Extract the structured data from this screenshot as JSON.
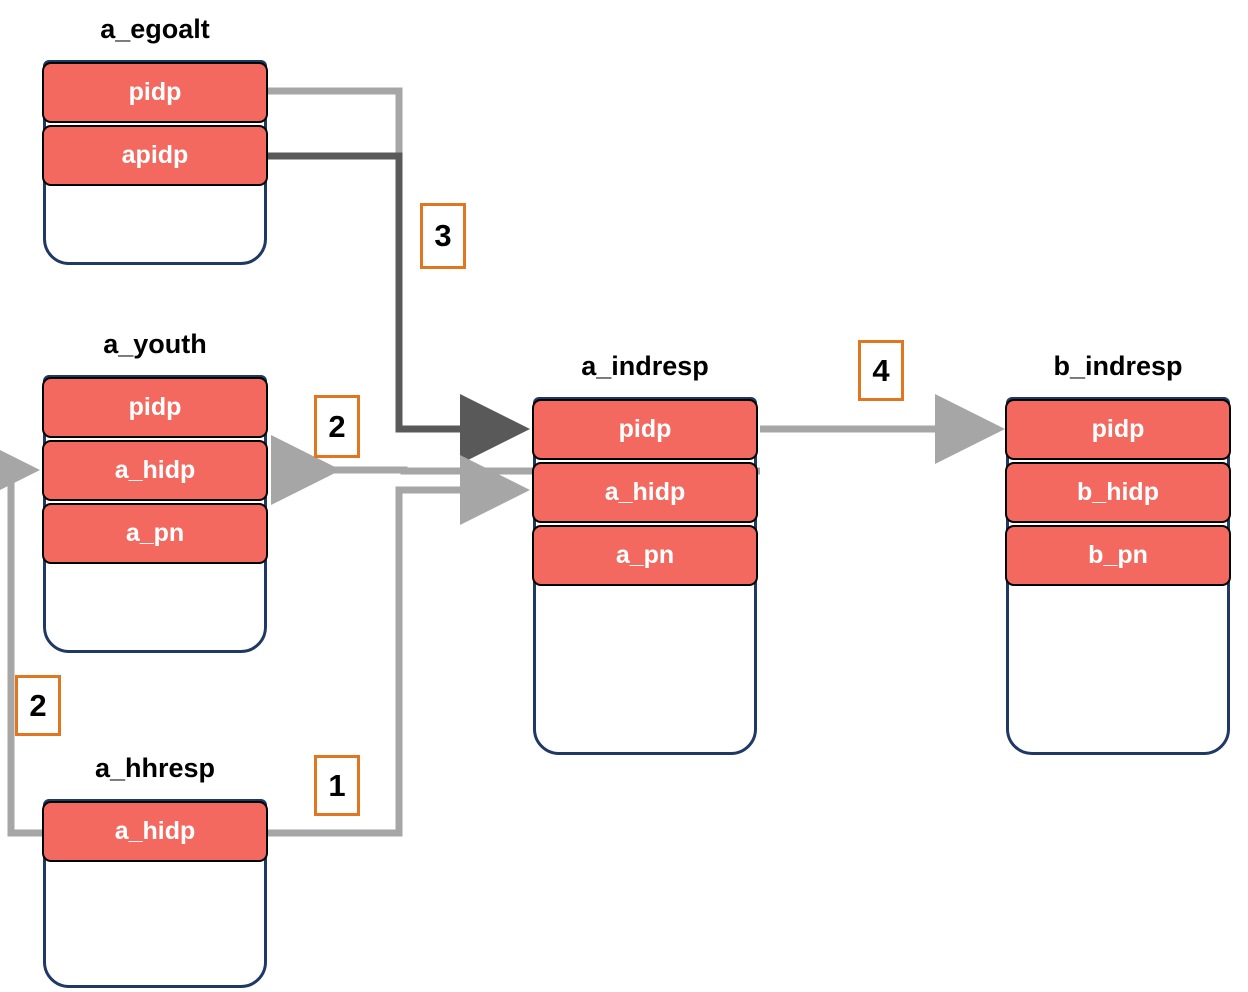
{
  "diagram": {
    "type": "entity-relationship-linkage",
    "colors": {
      "field_fill": "#F4695F",
      "field_text": "#FFFFFF",
      "entity_border": "#1F3864",
      "tag_border": "#E0761F",
      "connector_light": "#A6A6A6",
      "connector_dark": "#595959"
    }
  },
  "entities": [
    {
      "id": "a_egoalt",
      "title": "a_egoalt",
      "fields": [
        "pidp",
        "apidp"
      ]
    },
    {
      "id": "a_youth",
      "title": "a_youth",
      "fields": [
        "pidp",
        "a_hidp",
        "a_pn"
      ]
    },
    {
      "id": "a_hhresp",
      "title": "a_hhresp",
      "fields": [
        "a_hidp"
      ]
    },
    {
      "id": "a_indresp",
      "title": "a_indresp",
      "fields": [
        "pidp",
        "a_hidp",
        "a_pn"
      ]
    },
    {
      "id": "b_indresp",
      "title": "b_indresp",
      "fields": [
        "pidp",
        "b_hidp",
        "b_pn"
      ]
    }
  ],
  "links": [
    {
      "id": "link-1",
      "label": "1",
      "from": "a_hhresp.a_hidp",
      "to": "a_indresp.a_hidp"
    },
    {
      "id": "link-2-youth-indresp",
      "label": "2",
      "from": "a_indresp.a_hidp",
      "to": "a_youth.a_hidp"
    },
    {
      "id": "link-2-hhresp-youth",
      "label": "2",
      "from": "a_hhresp.a_hidp",
      "to": "a_youth.a_hidp"
    },
    {
      "id": "link-3",
      "label": "3",
      "from": "a_egoalt.pidp+apidp",
      "to": "a_indresp.pidp"
    },
    {
      "id": "link-4",
      "label": "4",
      "from": "a_indresp.pidp",
      "to": "b_indresp.pidp"
    }
  ],
  "tags": [
    {
      "id": "tag-3",
      "label": "3"
    },
    {
      "id": "tag-2-mid",
      "label": "2"
    },
    {
      "id": "tag-4",
      "label": "4"
    },
    {
      "id": "tag-2-left",
      "label": "2"
    },
    {
      "id": "tag-1",
      "label": "1"
    }
  ]
}
